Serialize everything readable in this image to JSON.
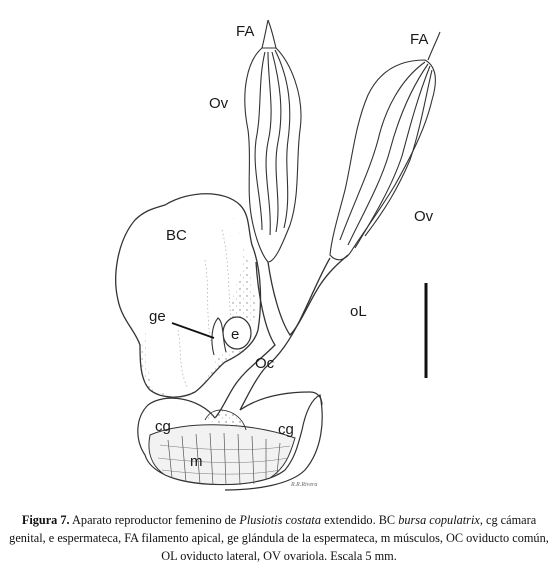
{
  "labels": {
    "fa_left": "FA",
    "fa_right": "FA",
    "ov_left": "Ov",
    "ov_right": "Ov",
    "bc": "BC",
    "ge": "ge",
    "e": "e",
    "ol": "oL",
    "oc": "Oc",
    "cg_left": "cg",
    "cg_right": "cg",
    "m": "m"
  },
  "signature": "R.R.Rivera",
  "caption": {
    "figure_number": "Figura 7.",
    "text_1": " Aparato reproductor femenino de ",
    "species": "Plusiotis costata",
    "text_2": " extendido. BC ",
    "term": "bursa copulatrix",
    "text_3": ", cg cámara genital, e espermateca, FA filamento apical, ge glándula de la espermateca, m músculos, OC oviducto común, OL oviducto lateral, OV ovariola. Escala 5 mm."
  }
}
